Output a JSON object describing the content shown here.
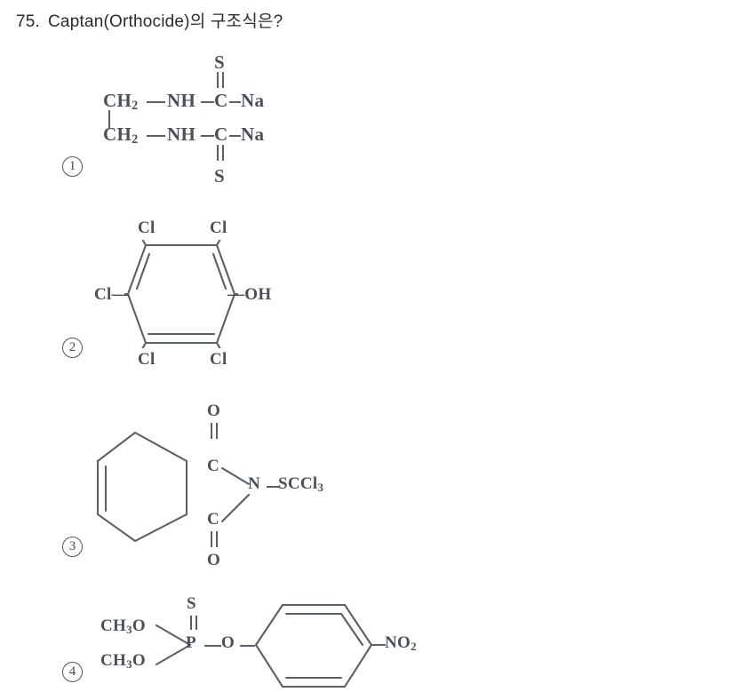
{
  "question": {
    "number": "75.",
    "text": "Captan(Orthocide)의 구조식은?"
  },
  "options": [
    {
      "marker": "1",
      "name": "nabam-disodium-ethylenebisdithiocarbamate",
      "labels": {
        "ch2_top": "CH",
        "ch2_top_sub": "2",
        "nh_top": "NH",
        "c_top": "C",
        "na_top": "Na",
        "s_top": "S",
        "ch2_bottom": "CH",
        "ch2_bottom_sub": "2",
        "nh_bottom": "NH",
        "c_bottom": "C",
        "na_bottom": "Na",
        "s_bottom": "S"
      }
    },
    {
      "marker": "2",
      "name": "pentachlorophenol",
      "labels": {
        "cl_top_left": "Cl",
        "cl_top_right": "Cl",
        "cl_left": "Cl—",
        "oh_right": "—OH",
        "cl_bottom_left": "Cl",
        "cl_bottom_right": "Cl"
      }
    },
    {
      "marker": "3",
      "name": "captan",
      "labels": {
        "o_top": "O",
        "c_top": "C",
        "n": "N",
        "sccl3": "SCCl",
        "sccl3_sub": "3",
        "c_bottom": "C",
        "o_bottom": "O"
      }
    },
    {
      "marker": "4",
      "name": "methyl-parathion",
      "labels": {
        "ch3o_top": "CH",
        "ch3o_top_sub": "3",
        "ch3o_top_tail": "O",
        "ch3o_bottom": "CH",
        "ch3o_bottom_sub": "3",
        "ch3o_bottom_tail": "O",
        "s": "S",
        "p": "P",
        "o_link": "O",
        "no2": "NO",
        "no2_sub": "2"
      }
    }
  ],
  "colors": {
    "background": "#ffffff",
    "text": "#2b2b2b",
    "structure": "#4b5058",
    "bond": "#5a6068"
  }
}
